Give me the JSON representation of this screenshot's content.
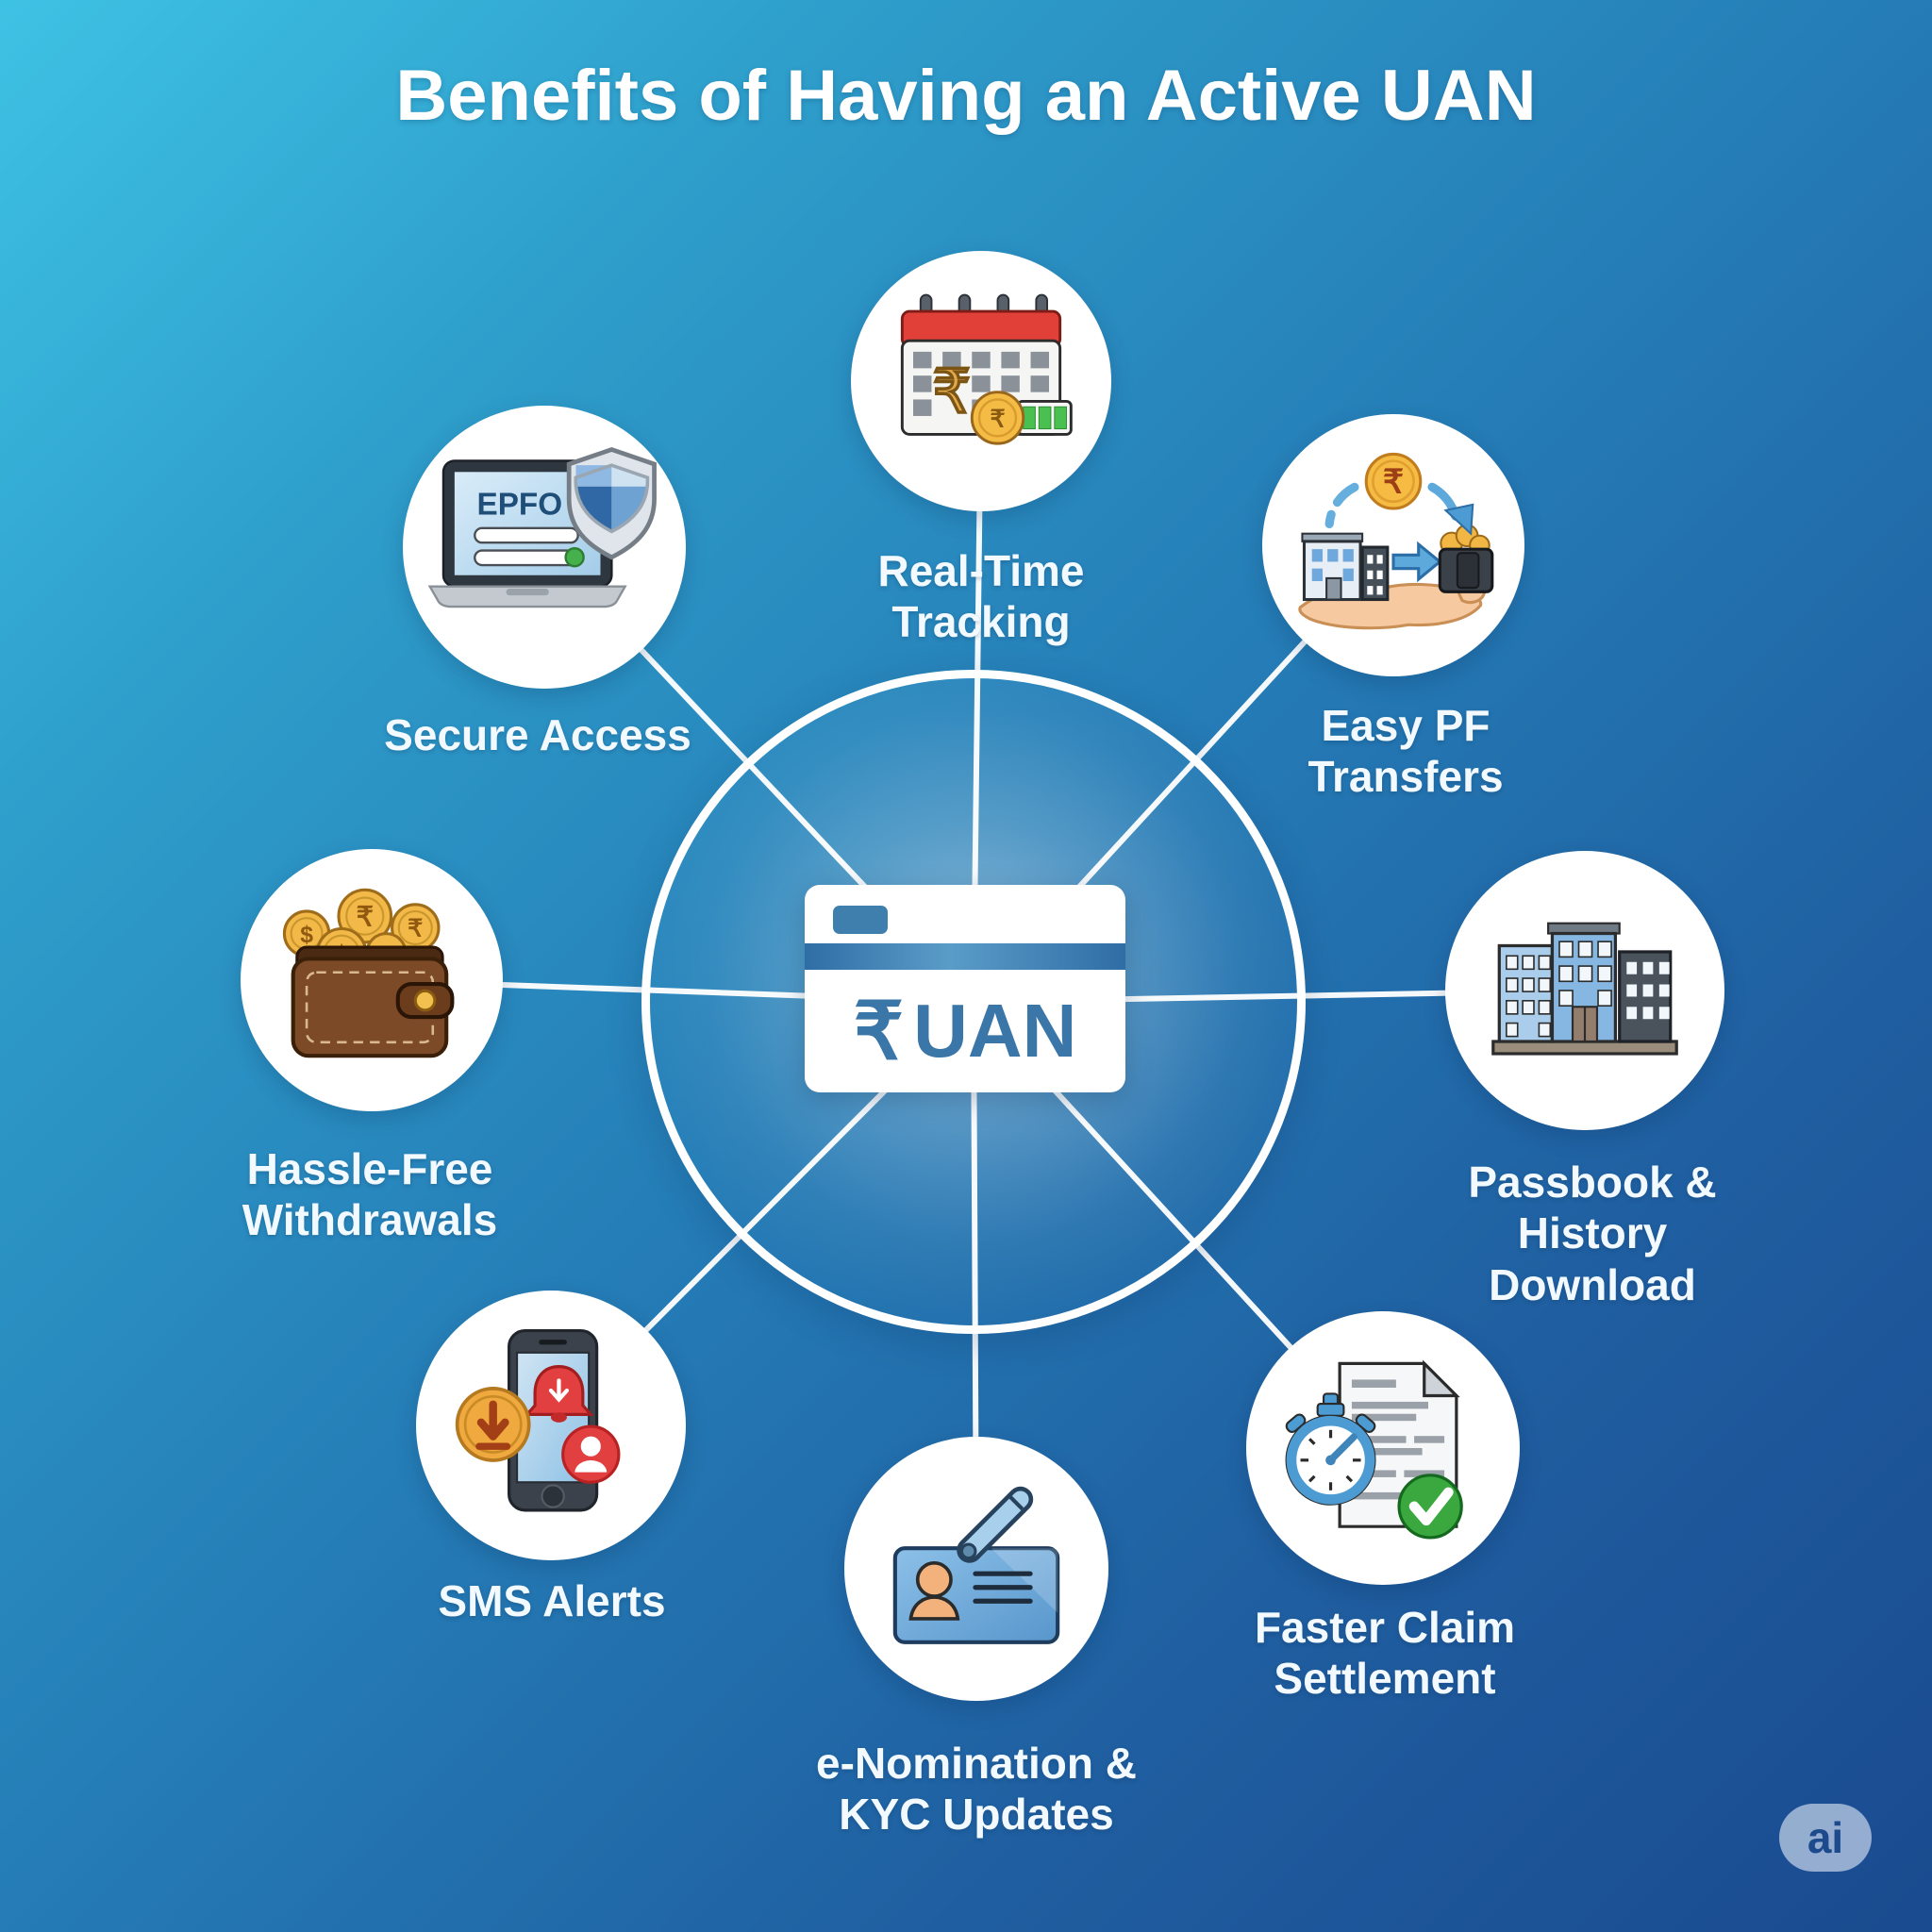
{
  "title": "Benefits of Having an Active UAN",
  "center": {
    "currency_symbol": "₹",
    "card_text": "UAN"
  },
  "benefits": [
    {
      "label": "Secure Access",
      "icon": "laptop-epfo-shield-icon",
      "screen_text": "EPFO"
    },
    {
      "label": "Real-Time Tracking",
      "icon": "calendar-coin-progress-icon",
      "rupee_symbol": "₹",
      "coin_symbol": "₹"
    },
    {
      "label": "Easy PF Transfers",
      "icon": "building-arrow-wallet-hand-icon",
      "coin_symbol": "₹"
    },
    {
      "label": "Hassle-Free Withdrawals",
      "icon": "wallet-coins-icon",
      "coin_symbols": [
        "$",
        "₹",
        "₹",
        "$"
      ]
    },
    {
      "label": "Passbook & History Download",
      "icon": "office-buildings-icon"
    },
    {
      "label": "SMS Alerts",
      "icon": "phone-notifications-coin-icon"
    },
    {
      "label": "e-Nomination & KYC Updates",
      "icon": "id-card-pen-icon"
    },
    {
      "label": "Faster Claim Settlement",
      "icon": "stopwatch-document-check-icon"
    }
  ],
  "watermark": {
    "label": "ai"
  },
  "colors": {
    "background_top_left": "#3ec2e4",
    "background_bottom_right": "#1a4a8f",
    "circle_fill": "#ffffff",
    "label_text": "#f2f9ff",
    "card_accent_blue": "#3a76a8",
    "alert_red": "#e24040",
    "success_green": "#3aa83e",
    "coin_gold": "#f2b848",
    "wallet_brown": "#7c4a26",
    "stopwatch_blue": "#4d9bd3",
    "calendar_red": "#e04038"
  }
}
